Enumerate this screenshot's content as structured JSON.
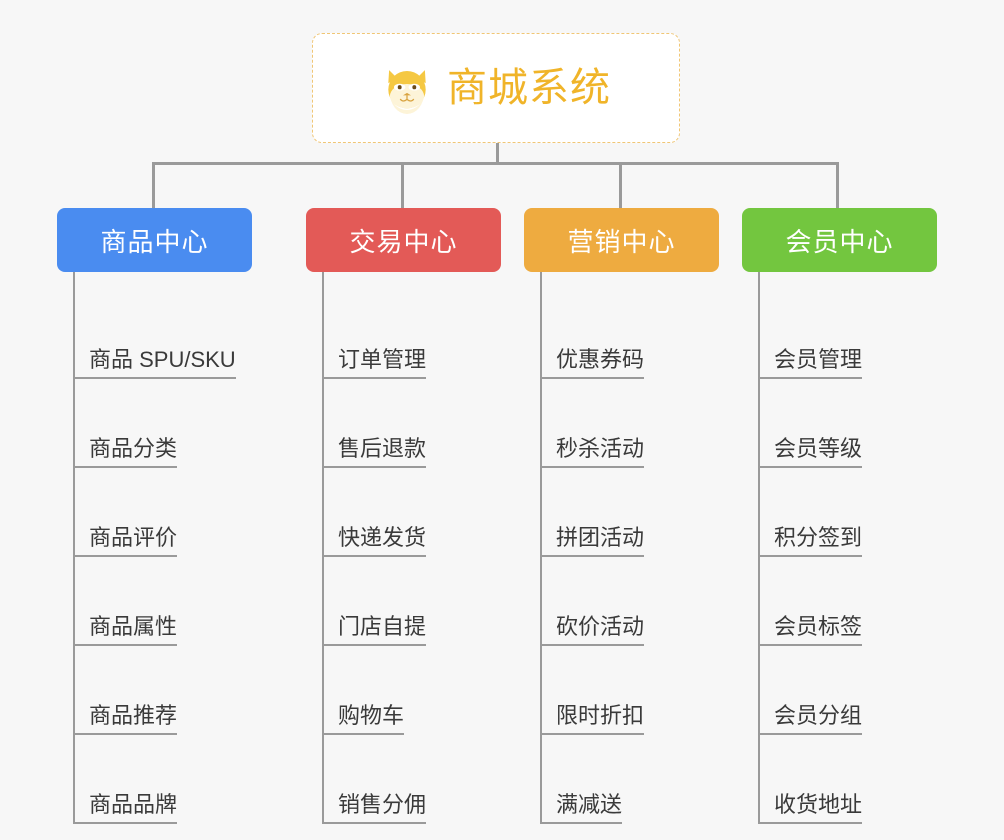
{
  "diagram": {
    "title": "商城系统",
    "root": {
      "label": "商城系统",
      "icon": "shiba-dog-icon",
      "text_color": "#f0b429",
      "border_color": "#f0c675",
      "background": "#ffffff"
    },
    "background_color": "#f7f7f7",
    "connector_color": "#9a9a9a",
    "categories": [
      {
        "label": "商品中心",
        "color": "#4a8cf0",
        "items": [
          "商品 SPU/SKU",
          "商品分类",
          "商品评价",
          "商品属性",
          "商品推荐",
          "商品品牌"
        ]
      },
      {
        "label": "交易中心",
        "color": "#e35a57",
        "items": [
          "订单管理",
          "售后退款",
          "快递发货",
          "门店自提",
          "购物车",
          "销售分佣"
        ]
      },
      {
        "label": "营销中心",
        "color": "#eeab40",
        "items": [
          "优惠券码",
          "秒杀活动",
          "拼团活动",
          "砍价活动",
          "限时折扣",
          "满减送"
        ]
      },
      {
        "label": "会员中心",
        "color": "#73c63f",
        "items": [
          "会员管理",
          "会员等级",
          "积分签到",
          "会员标签",
          "会员分组",
          "收货地址"
        ]
      }
    ]
  }
}
